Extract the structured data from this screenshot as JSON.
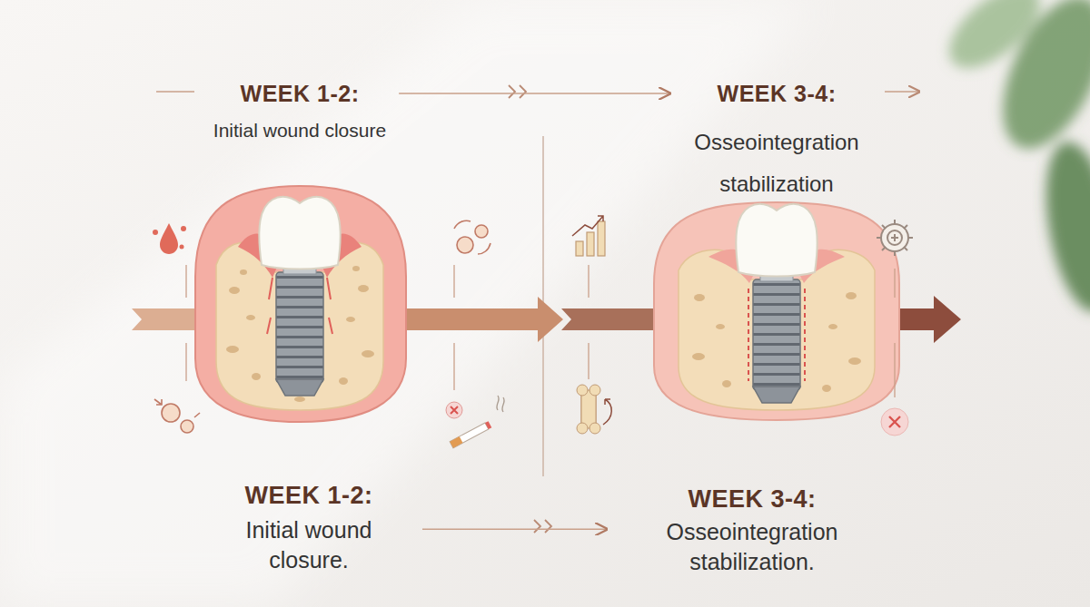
{
  "diagram": {
    "nodes": [
      {
        "text": [
          "WEEK 1-2:",
          "Initial wound closure"
        ]
      },
      {
        "text": [
          "WEEK 3-4:",
          "Osseointegration stabilization"
        ]
      },
      {
        "text": [
          "WEEK 1-2:",
          "Initial wound closure."
        ]
      },
      {
        "text": [
          "WEEK 3-4:",
          "Osseointegration stabilization."
        ]
      }
    ],
    "edges": [
      {
        "from": 0,
        "to": 1,
        "arrow": "to"
      },
      {
        "from": 2,
        "to": 3,
        "arrow": "to"
      }
    ]
  }
}
